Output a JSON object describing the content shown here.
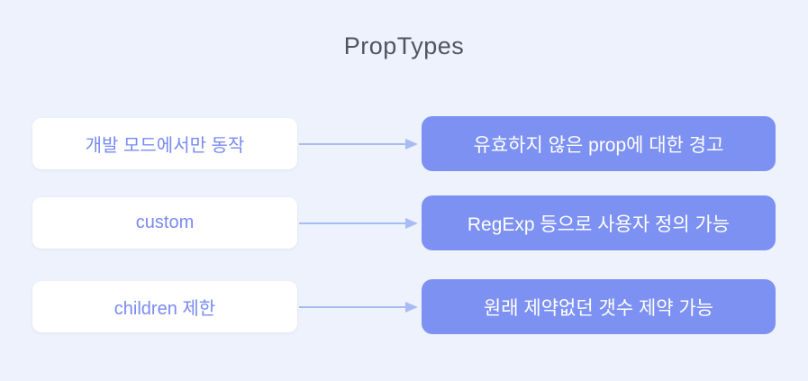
{
  "title": "PropTypes",
  "colors": {
    "background": "#eef2fc",
    "title-text": "#4f545e",
    "left-box-bg": "#ffffff",
    "left-box-text": "#788af2",
    "right-box-bg": "#7d91f2",
    "right-box-text": "#ffffff",
    "arrow": "#a8bcf2"
  },
  "icons": {
    "connector": "arrow-right-icon"
  },
  "rows": [
    {
      "left": "개발 모드에서만 동작",
      "right": "유효하지 않은 prop에 대한 경고"
    },
    {
      "left": "custom",
      "right": "RegExp 등으로 사용자 정의 가능"
    },
    {
      "left": "children 제한",
      "right": "원래 제약없던 갯수 제약 가능"
    }
  ]
}
